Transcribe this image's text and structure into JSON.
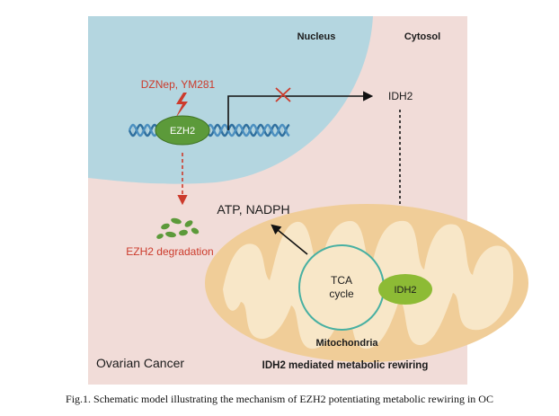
{
  "figure": {
    "labels": {
      "nucleus": "Nucleus",
      "cytosol": "Cytosol",
      "inhibitors": "DZNep, YM281",
      "ezh2": "EZH2",
      "idh2_gene": "IDH2",
      "degradation": "EZH2 degradation",
      "atp_nadph": "ATP, NADPH",
      "tca_line1": "TCA",
      "tca_line2": "cycle",
      "idh2_protein": "IDH2",
      "mitochondria": "Mitochondria",
      "ovarian_cancer": "Ovarian Cancer",
      "bottom_title": "IDH2 mediated metabolic rewiring"
    },
    "colors": {
      "cytosol_bg": "#f1dcd8",
      "nucleus_bg": "#b4d6e0",
      "red": "#cc3b2c",
      "ezh2_green": "#5c9a3a",
      "idh2_green": "#8dbb35",
      "mito_outer": "#f0cd98",
      "mito_inner": "#f8e7c8",
      "tca_ring": "#48b0a2"
    }
  },
  "caption": "Fig.1. Schematic model illustrating the mechanism of EZH2 potentiating metabolic rewiring in OC"
}
